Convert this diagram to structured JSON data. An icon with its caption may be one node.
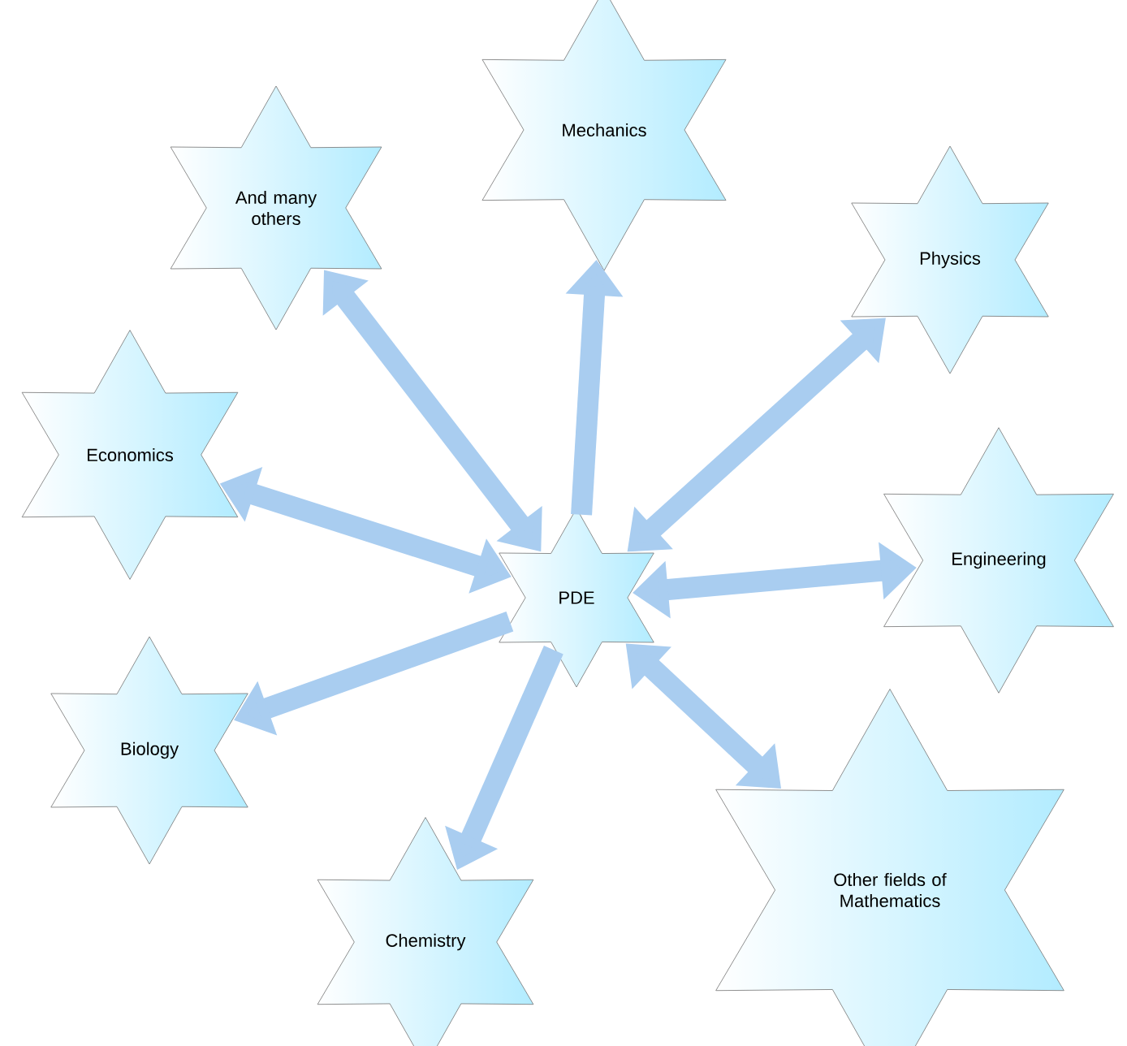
{
  "diagram": {
    "nodes": [
      {
        "text": [
          "PDE"
        ]
      },
      {
        "text": [
          "Mechanics"
        ]
      },
      {
        "text": [
          "And many others"
        ]
      },
      {
        "text": [
          "Physics"
        ]
      },
      {
        "text": [
          "Economics"
        ]
      },
      {
        "text": [
          "Engineering"
        ]
      },
      {
        "text": [
          "Biology"
        ]
      },
      {
        "text": [
          "Chemistry"
        ]
      },
      {
        "text": [
          "Other fields of Mathematics"
        ]
      }
    ],
    "edges": [
      {
        "from": 0,
        "to": 1,
        "arrow": "to"
      },
      {
        "from": 0,
        "to": 2,
        "arrow": "both"
      },
      {
        "from": 0,
        "to": 3,
        "arrow": "both"
      },
      {
        "from": 0,
        "to": 4,
        "arrow": "both"
      },
      {
        "from": 0,
        "to": 5,
        "arrow": "both"
      },
      {
        "from": 0,
        "to": 6,
        "arrow": "to"
      },
      {
        "from": 0,
        "to": 7,
        "arrow": "to"
      },
      {
        "from": 0,
        "to": 8,
        "arrow": "both"
      }
    ]
  }
}
